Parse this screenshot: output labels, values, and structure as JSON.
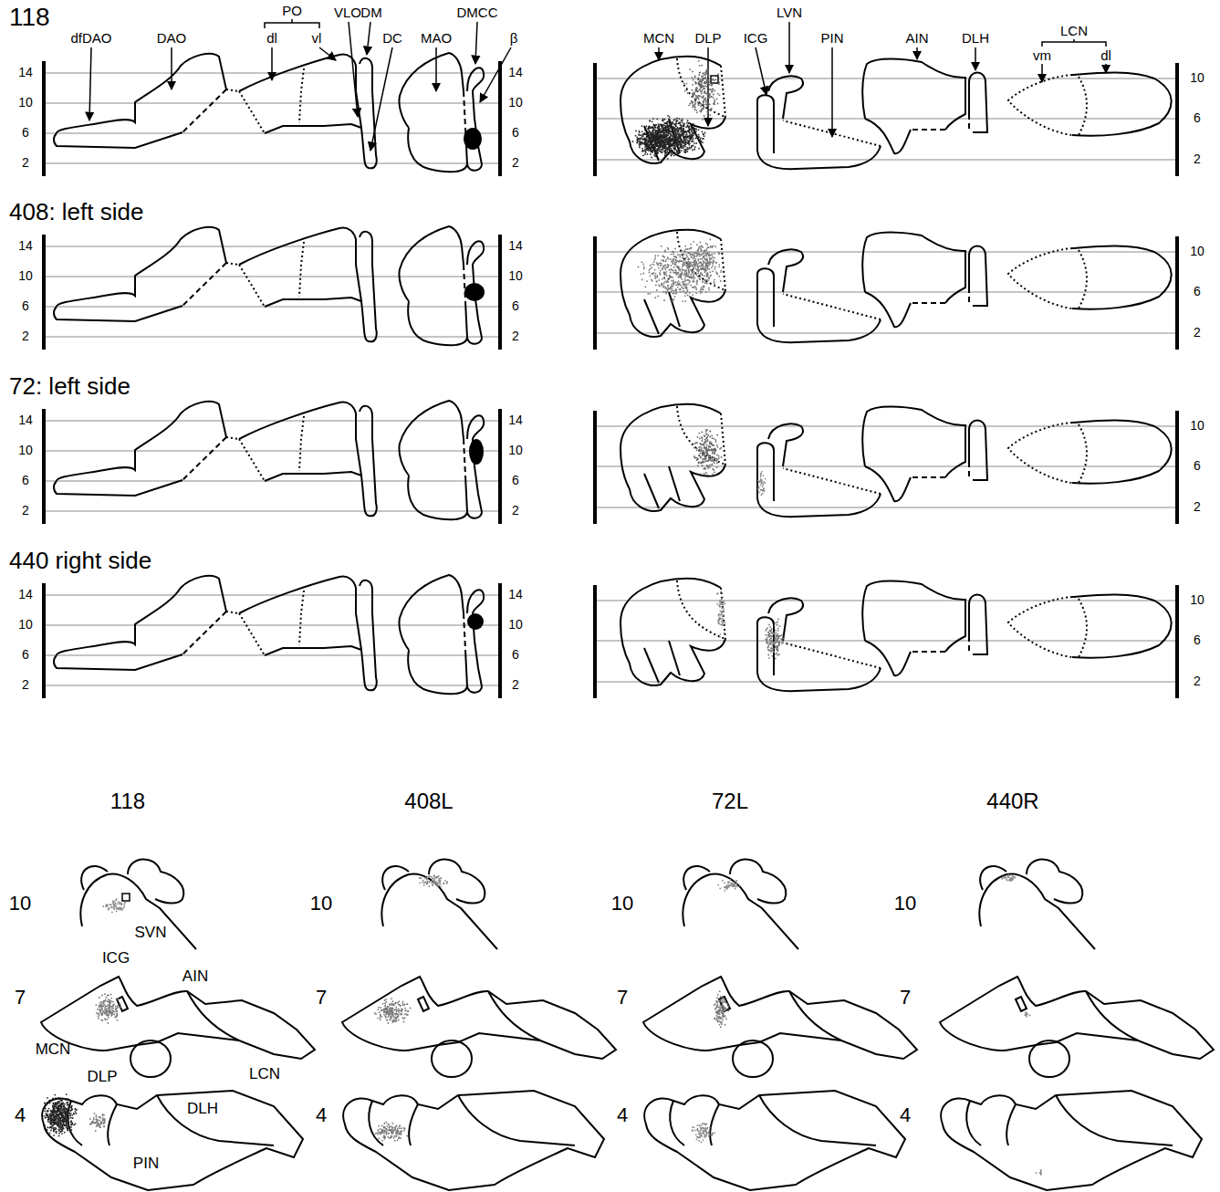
{
  "diagram": {
    "labels": [
      "118",
      "dfDAO",
      "DAO",
      "PO",
      "dl",
      "vl",
      "VLO",
      "DM",
      "DC",
      "MAO",
      "DMCC",
      "β",
      "14",
      "10",
      "6",
      "2",
      "14",
      "10",
      "6",
      "2",
      "MCN",
      "DLP",
      "ICG",
      "LVN",
      "PIN",
      "AIN",
      "DLH",
      "LCN",
      "vm",
      "dl",
      "10",
      "6",
      "2",
      "408: left side",
      "14",
      "10",
      "6",
      "2",
      "14",
      "10",
      "6",
      "2",
      "10",
      "6",
      "2",
      "72: left side",
      "14",
      "10",
      "6",
      "2",
      "14",
      "10",
      "6",
      "2",
      "10",
      "6",
      "2",
      "440 right side",
      "14",
      "10",
      "6",
      "2",
      "14",
      "10",
      "6",
      "2",
      "10",
      "6",
      "2",
      "118",
      "408L",
      "72L",
      "440R",
      "10",
      "7",
      "4",
      "10",
      "7",
      "4",
      "10",
      "7",
      "4",
      "10",
      "7",
      "4",
      "SVN",
      "ICG",
      "AIN",
      "MCN",
      "LCN",
      "DLP",
      "DLH",
      "PIN"
    ]
  }
}
